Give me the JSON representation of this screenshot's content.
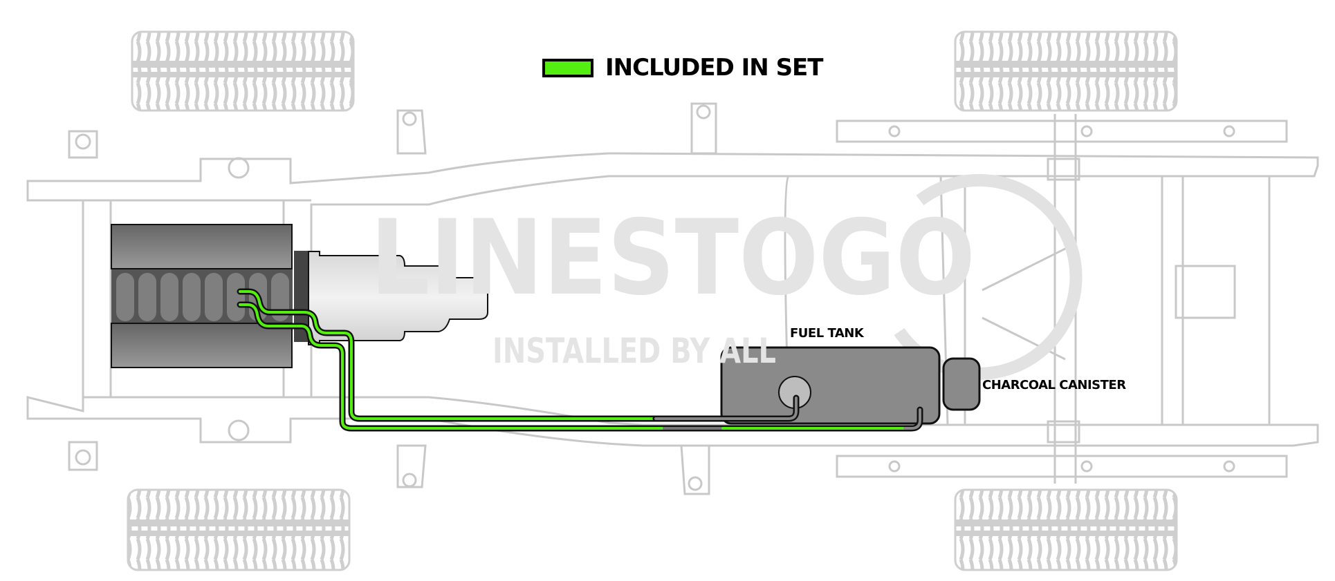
{
  "legend": {
    "label": "INCLUDED IN SET",
    "swatch_color": "#55ee11"
  },
  "labels": {
    "fuel_tank": "FUEL TANK",
    "charcoal_canister": "CHARCOAL CANISTER"
  },
  "watermark": {
    "brand": "LINESTOGO",
    "tagline": "INSTALLED BY ALL"
  },
  "colors": {
    "included_line": "#55ee11",
    "not_included_line": "#888888",
    "component": "#8a8a8a",
    "frame": "#c8c8c8"
  }
}
